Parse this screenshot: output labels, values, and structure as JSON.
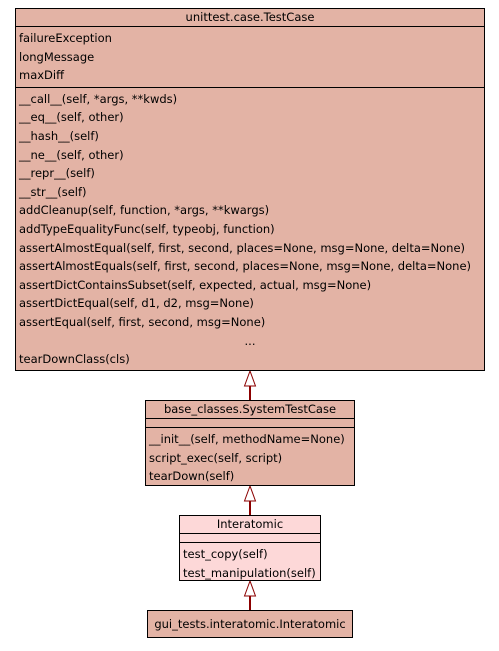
{
  "diagram": {
    "classes": {
      "testcase": {
        "name": "unittest.case.TestCase",
        "attributes": [
          "failureException",
          "longMessage",
          "maxDiff"
        ],
        "methods": [
          "__call__(self, *args, **kwds)",
          "__eq__(self, other)",
          "__hash__(self)",
          "__ne__(self, other)",
          "__repr__(self)",
          "__str__(self)",
          "addCleanup(self, function, *args, **kwargs)",
          "addTypeEqualityFunc(self, typeobj, function)",
          "assertAlmostEqual(self, first, second, places=None, msg=None, delta=None)",
          "assertAlmostEquals(self, first, second, places=None, msg=None, delta=None)",
          "assertDictContainsSubset(self, expected, actual, msg=None)",
          "assertDictEqual(self, d1, d2, msg=None)",
          "assertEqual(self, first, second, msg=None)",
          "...",
          "tearDownClass(cls)"
        ]
      },
      "systemtestcase": {
        "name": "base_classes.SystemTestCase",
        "methods": [
          "__init__(self, methodName=None)",
          "script_exec(self, script)",
          "tearDown(self)"
        ]
      },
      "interatomic": {
        "name": "Interatomic",
        "methods": [
          "test_copy(self)",
          "test_manipulation(self)"
        ]
      },
      "gui_interatomic": {
        "name": "gui_tests.interatomic.Interatomic"
      }
    },
    "colors": {
      "class_fill": "#e3b3a5",
      "highlight_fill": "#fdd8d8",
      "edge": "#8b0000"
    }
  }
}
